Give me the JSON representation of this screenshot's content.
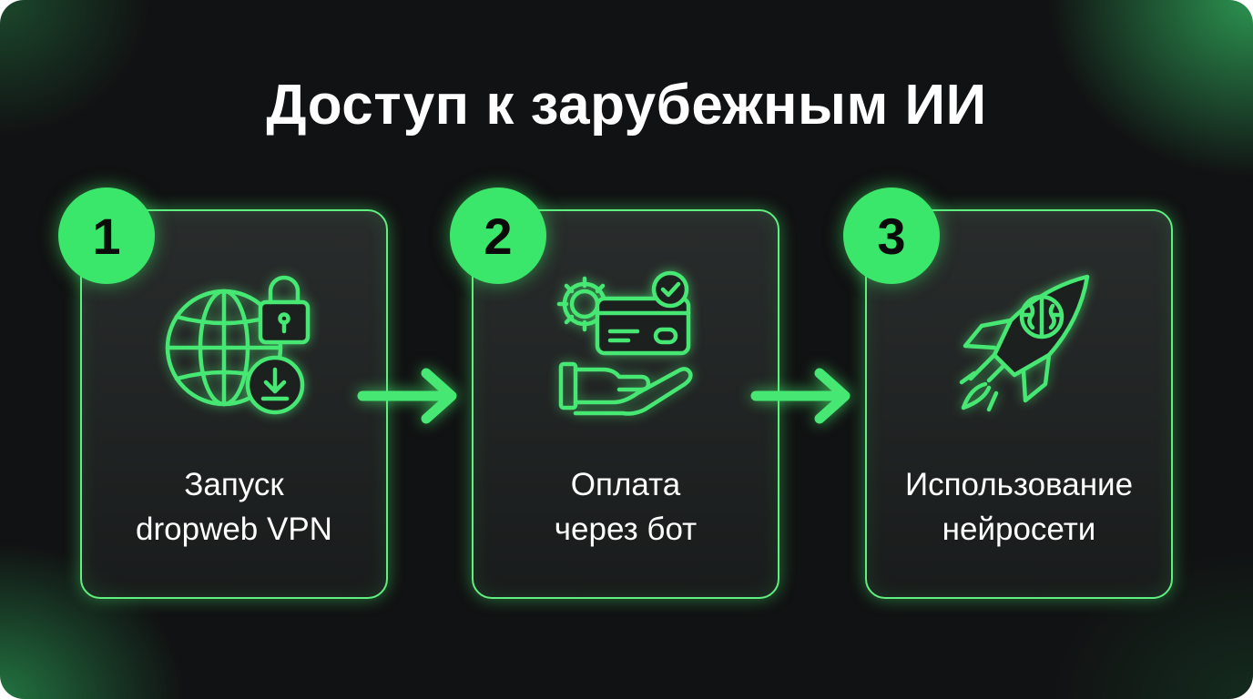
{
  "title": "Доступ к зарубежным ИИ",
  "colors": {
    "accent": "#3be76a",
    "stroke": "#5ff07f",
    "background": "#111213",
    "text": "#ffffff"
  },
  "steps": [
    {
      "number": "1",
      "line1": "Запуск",
      "line2": "dropweb VPN",
      "icon": "globe-lock-download-icon"
    },
    {
      "number": "2",
      "line1": "Оплата",
      "line2": "через бот",
      "icon": "payment-card-hand-icon"
    },
    {
      "number": "3",
      "line1": "Использование",
      "line2": "нейросети",
      "icon": "rocket-brain-icon"
    }
  ]
}
